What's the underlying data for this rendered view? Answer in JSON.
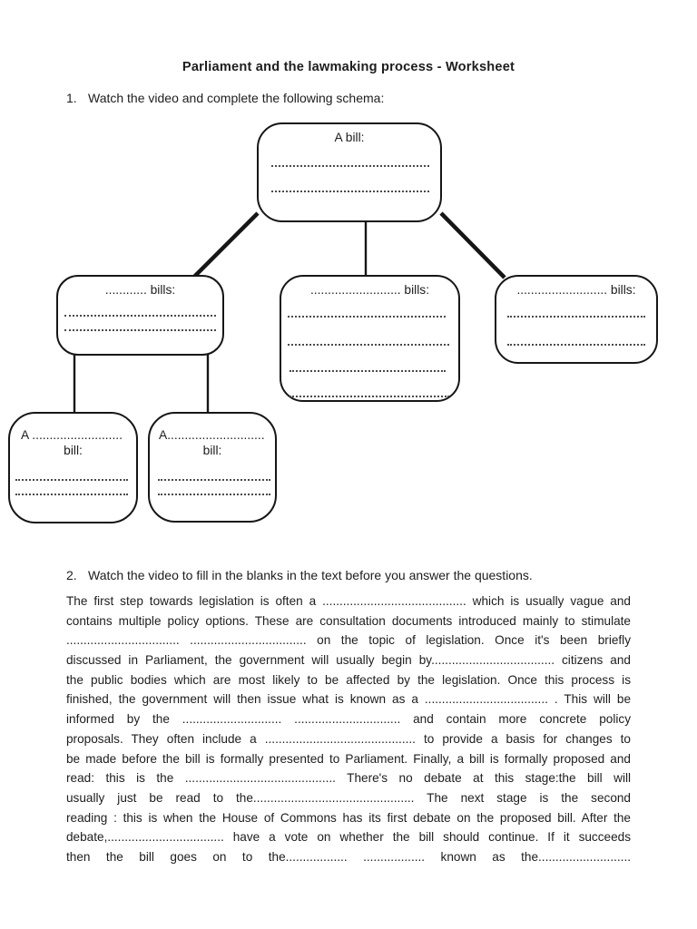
{
  "document": {
    "title": "Parliament and the lawmaking process - Worksheet"
  },
  "task1": {
    "number": "1.",
    "text": "Watch the video and complete the following schema:"
  },
  "task2": {
    "number": "2.",
    "text": "Watch the video to fill in the blanks in the text before you answer the questions."
  },
  "schema_boxes": {
    "top": {
      "label": "A bill:"
    },
    "left": {
      "label": "............ bills:"
    },
    "center": {
      "label": ".......................... bills:"
    },
    "right": {
      "label": ".......................... bills:"
    },
    "bottom_left": {
      "line1": "A ..........................",
      "line2": "bill:"
    },
    "bottom_right": {
      "line1": "A............................",
      "line2": "bill:"
    }
  },
  "fill_text": {
    "lines": [
      "The first step towards legislation is often a .......................................... which is usually vague and",
      "contains multiple policy options. These are consultation documents introduced mainly to stimulate",
      "................................. .................................. on the topic of legislation. Once it's been briefly",
      "discussed in Parliament, the government will usually begin by.................................... citizens and",
      "the public bodies which are most likely to be affected by the legislation. Once this process is",
      "finished, the government will then issue what is known as a .................................... . This will be",
      "informed by the ............................. ............................... and contain more concrete policy",
      "proposals. They often include a ............................................ to provide a basis for changes to",
      "be made before the bill is formally presented to Parliament. Finally, a bill is formally proposed and",
      "read: this is the ............................................ There's no debate at this stage:the bill will",
      "usually just be read to the............................................... The next stage is the second",
      "reading : this is when the House of Commons has its first debate on the proposed bill. After the",
      "debate,.................................. have a vote on whether the bill should continue. If it succeeds",
      "then the bill goes on to the.................. .................. known as the..........................."
    ]
  },
  "colors": {
    "ink": "#1d1d1d",
    "paper": "#ffffff"
  }
}
